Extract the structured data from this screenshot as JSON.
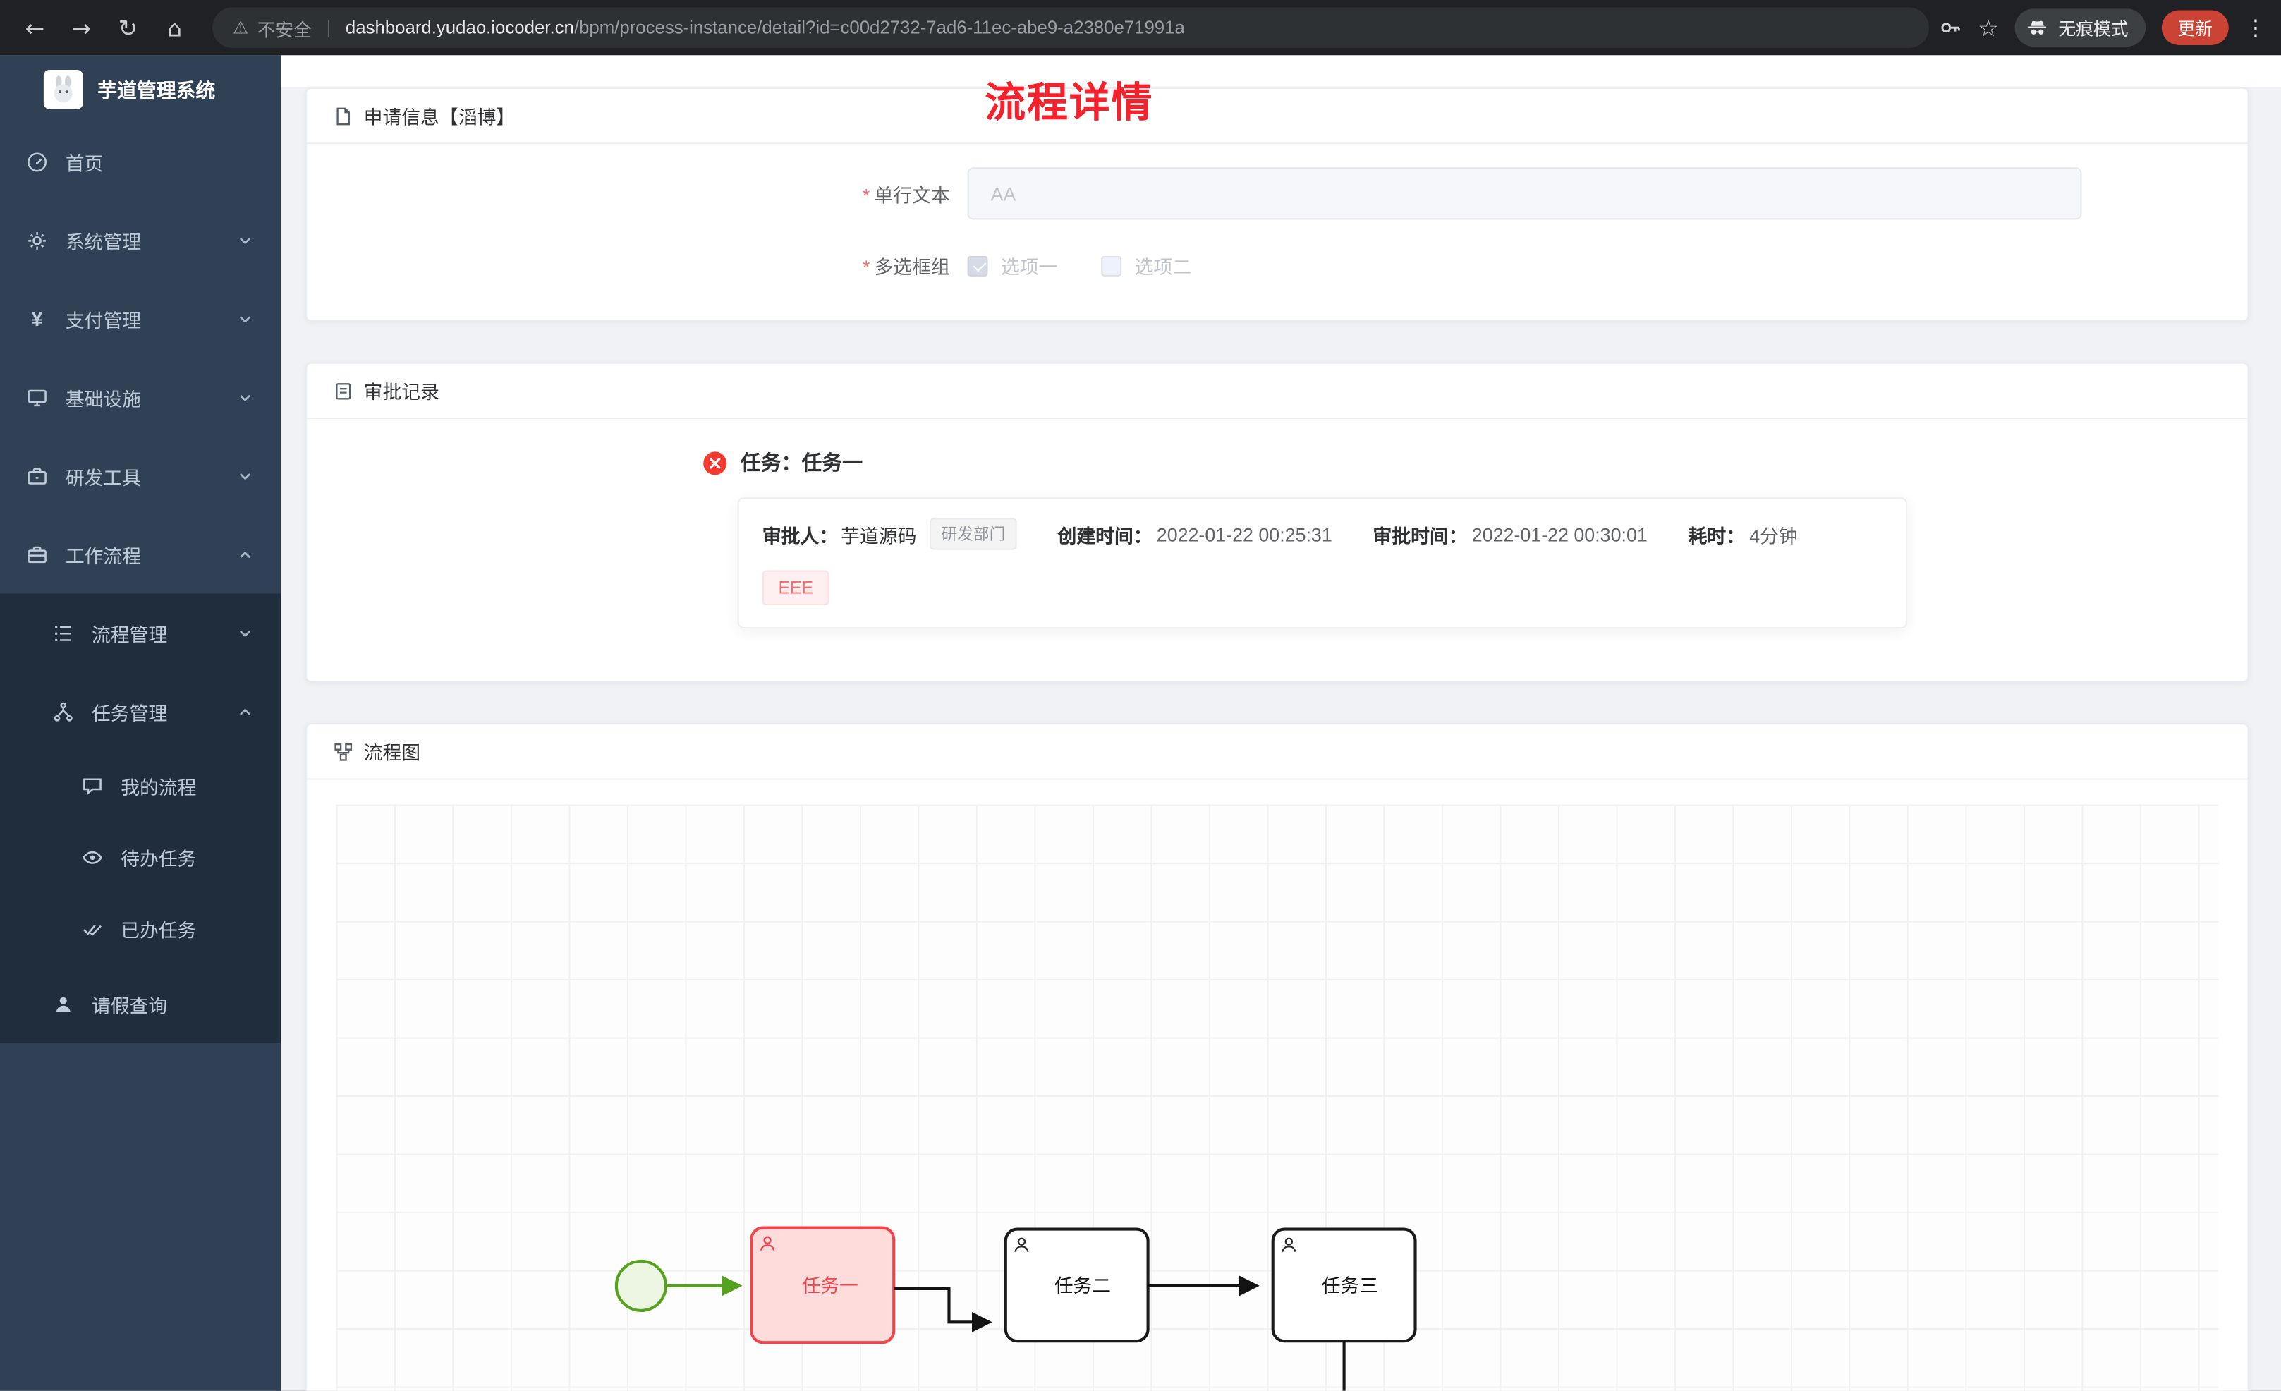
{
  "icons": {
    "back-icon": "←",
    "forward-icon": "→",
    "reload-icon": "↻",
    "home-icon": "⌂",
    "warning-icon": "⚠",
    "star-icon": "☆",
    "more-icon": "⋮"
  },
  "browser": {
    "security_label": "不安全",
    "url_separator": "|",
    "url_domain": "dashboard.yudao.iocoder.cn",
    "url_path": "/bpm/process-instance/detail?id=c00d2732-7ad6-11ec-abe9-a2380e71991a",
    "incognito_label": "无痕模式",
    "update_label": "更新"
  },
  "sidebar": {
    "app_title": "芋道管理系统",
    "items": [
      {
        "label": "首页",
        "icon": "dashboard-icon",
        "level": 1
      },
      {
        "label": "系统管理",
        "icon": "gear-icon",
        "level": 1,
        "chevron": "down"
      },
      {
        "label": "支付管理",
        "icon": "yen-icon",
        "level": 1,
        "chevron": "down"
      },
      {
        "label": "基础设施",
        "icon": "monitor-icon",
        "level": 1,
        "chevron": "down"
      },
      {
        "label": "研发工具",
        "icon": "toolbox-icon",
        "level": 1,
        "chevron": "down"
      },
      {
        "label": "工作流程",
        "icon": "briefcase-icon",
        "level": 1,
        "chevron": "up"
      },
      {
        "label": "流程管理",
        "icon": "list-icon",
        "level": 2,
        "chevron": "down"
      },
      {
        "label": "任务管理",
        "icon": "branch-icon",
        "level": 2,
        "chevron": "up"
      },
      {
        "label": "我的流程",
        "icon": "comment-icon",
        "level": 3
      },
      {
        "label": "待办任务",
        "icon": "eye-icon",
        "level": 3
      },
      {
        "label": "已办任务",
        "icon": "double-check-icon",
        "level": 3
      },
      {
        "label": "请假查询",
        "icon": "user-icon",
        "level": 2
      }
    ]
  },
  "page": {
    "title": "流程详情"
  },
  "apply_card": {
    "title": "申请信息【滔博】",
    "required_mark": "*",
    "field1_label": "单行文本",
    "field1_placeholder": "AA",
    "field2_label": "多选框组",
    "option1": "选项一",
    "option2": "选项二"
  },
  "approval_card": {
    "title": "审批记录",
    "task_title": "任务：任务一",
    "approver_label": "审批人：",
    "approver_name": "芋道源码",
    "dept_tag": "研发部门",
    "created_label": "创建时间：",
    "created_time": "2022-01-22 00:25:31",
    "approved_label": "审批时间：",
    "approved_time": "2022-01-22 00:30:01",
    "duration_label": "耗时：",
    "duration_value": "4分钟",
    "reason_tag": "EEE"
  },
  "diagram_card": {
    "title": "流程图",
    "task1": "任务一",
    "task2": "任务二",
    "task3": "任务三"
  },
  "colors": {
    "title_red": "#f5222d",
    "task_highlight_red": "#f5434b",
    "start_event_green": "#55a21f",
    "sidebar_bg": "#304156",
    "submenu_bg": "#1f2d3d",
    "danger_tag": "#f56c6c"
  }
}
